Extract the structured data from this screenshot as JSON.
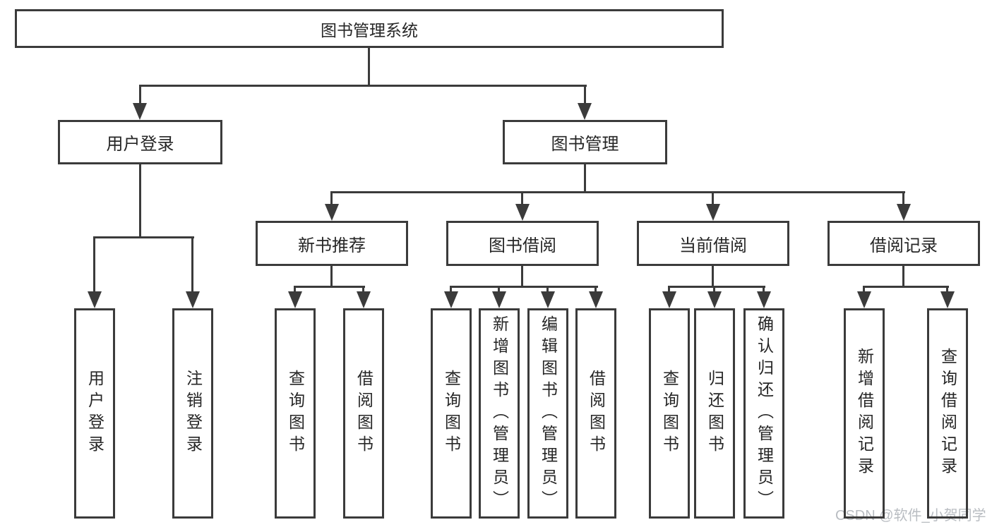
{
  "tree": {
    "root": "图书管理系统",
    "level2": [
      "用户登录",
      "图书管理"
    ],
    "level3": [
      "新书推荐",
      "图书借阅",
      "当前借阅",
      "借阅记录"
    ],
    "leaves": [
      "用户登录",
      "注销登录",
      "查询图书",
      "借阅图书",
      "查询图书",
      "新增图书（管理员）",
      "编辑图书（管理员）",
      "借阅图书",
      "查询图书",
      "归还图书",
      "确认归还（管理员）",
      "新增借阅记录",
      "查询借阅记录"
    ]
  },
  "watermark": "CSDN @软件_小贺同学",
  "colors": {
    "line": "#3b3b3b",
    "text": "#262626",
    "background": "#ffffff",
    "watermark_text": "#b9bdc2"
  }
}
